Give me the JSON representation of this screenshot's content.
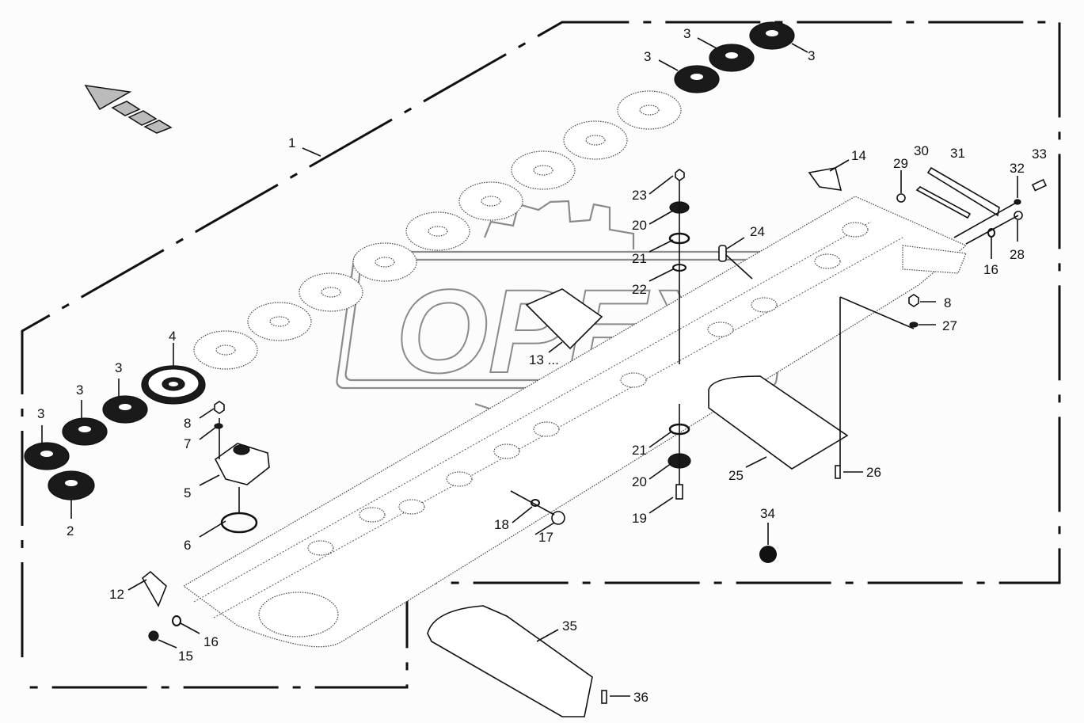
{
  "diagram": {
    "type": "exploded-parts-drawing",
    "watermark": "OPEX",
    "colors": {
      "ink": "#111111",
      "background": "#fbfcfb",
      "watermark": "#8a8a8a"
    },
    "direction_arrow": "travel-direction-arrow",
    "callouts": [
      {
        "id": "c1",
        "text": "1",
        "part": "cutter-bar-assembly"
      },
      {
        "id": "c2",
        "text": "2",
        "part": "drive-gear-small"
      },
      {
        "id": "c3a",
        "text": "3",
        "part": "idler-gear"
      },
      {
        "id": "c3b",
        "text": "3",
        "part": "idler-gear"
      },
      {
        "id": "c3c",
        "text": "3",
        "part": "idler-gear"
      },
      {
        "id": "c3d",
        "text": "3",
        "part": "idler-gear"
      },
      {
        "id": "c3e",
        "text": "3",
        "part": "idler-gear"
      },
      {
        "id": "c3f",
        "text": "3",
        "part": "idler-gear"
      },
      {
        "id": "c4",
        "text": "4",
        "part": "large-spoked-gear"
      },
      {
        "id": "c5",
        "text": "5",
        "part": "bearing-housing"
      },
      {
        "id": "c6",
        "text": "6",
        "part": "o-ring-large"
      },
      {
        "id": "c7",
        "text": "7",
        "part": "washer"
      },
      {
        "id": "c8a",
        "text": "8",
        "part": "nut"
      },
      {
        "id": "c8b",
        "text": "8",
        "part": "nut"
      },
      {
        "id": "c12",
        "text": "12",
        "part": "end-skid"
      },
      {
        "id": "c13",
        "text": "13",
        "part": "skid-shoe",
        "suffix": "..."
      },
      {
        "id": "c14",
        "text": "14",
        "part": "end-skid-right"
      },
      {
        "id": "c15",
        "text": "15",
        "part": "plug"
      },
      {
        "id": "c16a",
        "text": "16",
        "part": "seal-ring"
      },
      {
        "id": "c16b",
        "text": "16",
        "part": "seal-ring"
      },
      {
        "id": "c17",
        "text": "17",
        "part": "drain-plug"
      },
      {
        "id": "c18",
        "text": "18",
        "part": "seal-ring-small"
      },
      {
        "id": "c19",
        "text": "19",
        "part": "bolt"
      },
      {
        "id": "c20a",
        "text": "20",
        "part": "cap-washer"
      },
      {
        "id": "c20b",
        "text": "20",
        "part": "cap-washer"
      },
      {
        "id": "c21a",
        "text": "21",
        "part": "o-ring"
      },
      {
        "id": "c21b",
        "text": "21",
        "part": "o-ring"
      },
      {
        "id": "c22",
        "text": "22",
        "part": "o-ring-small"
      },
      {
        "id": "c23",
        "text": "23",
        "part": "nut-top"
      },
      {
        "id": "c24",
        "text": "24",
        "part": "dowel-pin"
      },
      {
        "id": "c25",
        "text": "25",
        "part": "guard-plate"
      },
      {
        "id": "c26",
        "text": "26",
        "part": "screw"
      },
      {
        "id": "c27",
        "text": "27",
        "part": "washer"
      },
      {
        "id": "c28",
        "text": "28",
        "part": "breather-plug"
      },
      {
        "id": "c29",
        "text": "29",
        "part": "nut-small"
      },
      {
        "id": "c30",
        "text": "30",
        "part": "gasket-strip"
      },
      {
        "id": "c31",
        "text": "31",
        "part": "end-bracket"
      },
      {
        "id": "c32",
        "text": "32",
        "part": "washer-small"
      },
      {
        "id": "c33",
        "text": "33",
        "part": "bolt-end"
      },
      {
        "id": "c34",
        "text": "34",
        "part": "oil-fill-marker"
      },
      {
        "id": "c35",
        "text": "35",
        "part": "guard-plate-lower"
      },
      {
        "id": "c36",
        "text": "36",
        "part": "screw-lower"
      }
    ]
  }
}
